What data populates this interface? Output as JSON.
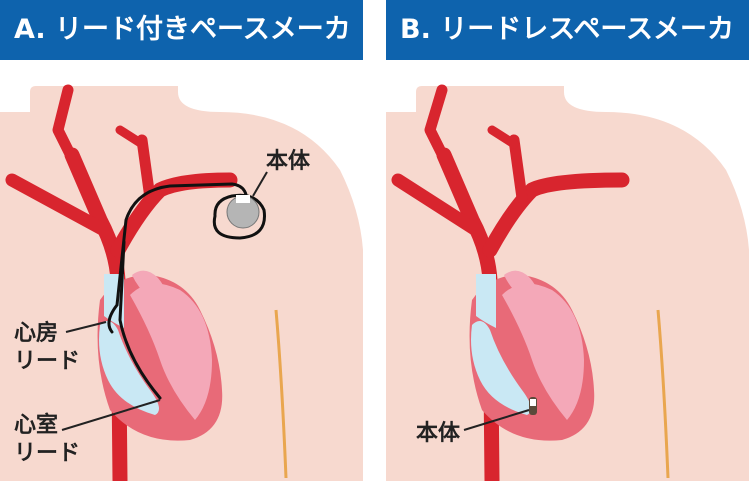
{
  "panel_a": {
    "title": "A. リード付きペースメーカ",
    "labels": {
      "device": "本体",
      "atrial_lead_line1": "心房",
      "atrial_lead_line2": "リード",
      "ventricular_lead_line1": "心室",
      "ventricular_lead_line2": "リード"
    }
  },
  "panel_b": {
    "title": "B. リードレスペースメーカ",
    "labels": {
      "device": "本体"
    }
  },
  "colors": {
    "header_bg": "#0e63ad",
    "skin": "#f7d9cf",
    "vessel": "#d8252e",
    "heart_outer": "#e86a78",
    "heart_inner": "#f4a8b8",
    "chamber": "#c9e8f4",
    "lead": "#111111",
    "device": "#b5b5b5",
    "sternum_line": "#e9a64f"
  }
}
